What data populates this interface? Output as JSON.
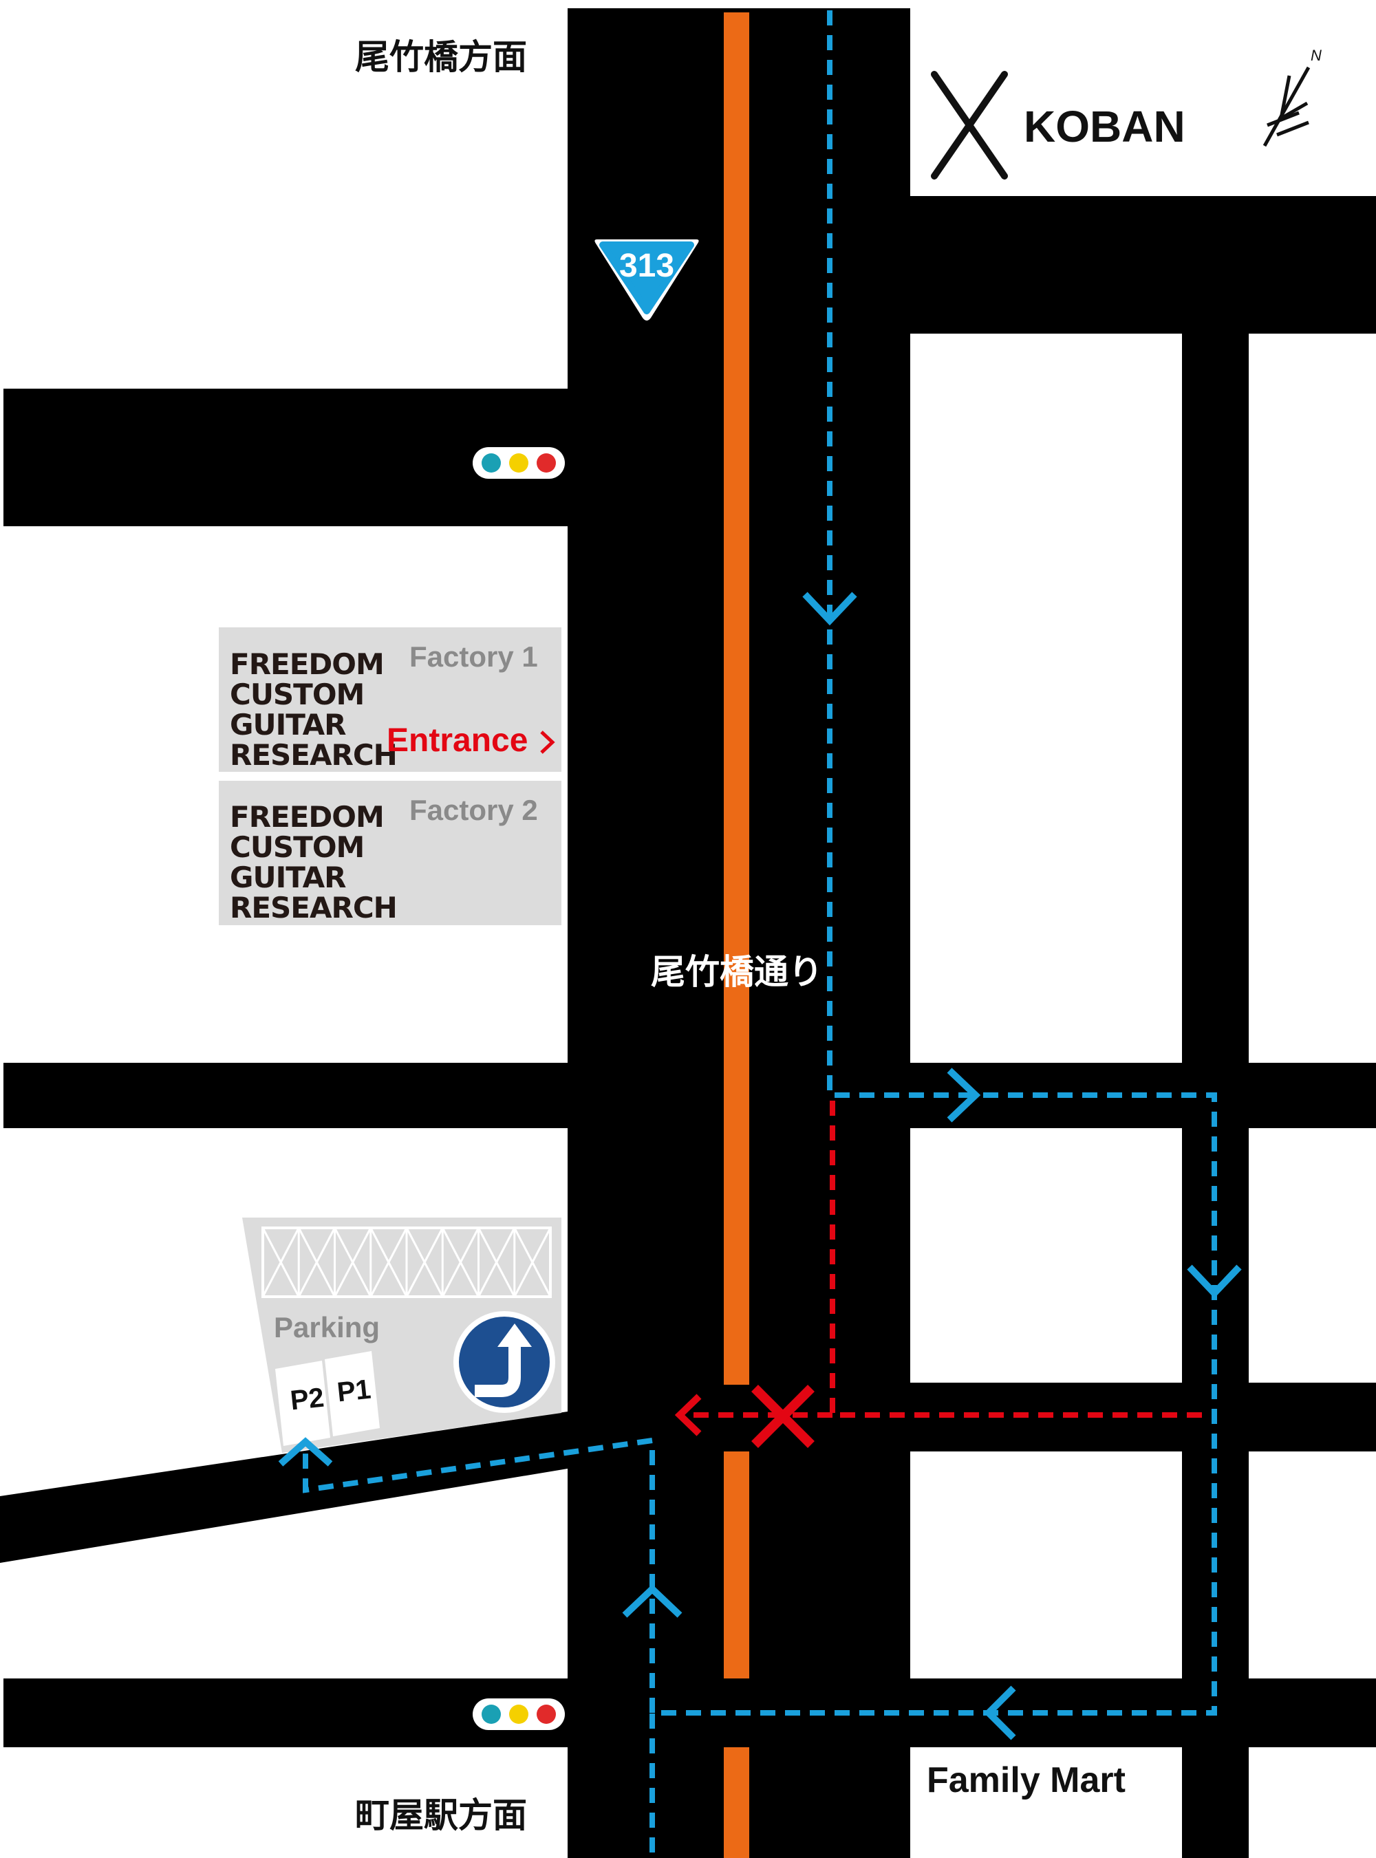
{
  "directions": {
    "north_label": "尾竹橋方面",
    "south_label": "町屋駅方面"
  },
  "koban": {
    "label": "KOBAN"
  },
  "compass": {
    "label": "N"
  },
  "route_sign": {
    "number": "313",
    "color": "#1aa0dc"
  },
  "main_street": {
    "name": "尾竹橋通り",
    "center_line_color": "#ec6a16"
  },
  "factories": [
    {
      "label": "Factory 1",
      "entrance": "Entrance",
      "logo": [
        "FREEDOM",
        "CUSTOM",
        "GUITAR",
        "RESEARCH"
      ]
    },
    {
      "label": "Factory 2",
      "logo": [
        "FREEDOM",
        "CUSTOM",
        "GUITAR",
        "RESEARCH"
      ]
    }
  ],
  "parking": {
    "label": "Parking",
    "stalls": [
      "P2",
      "P1"
    ],
    "sign_color": "#1d4f91"
  },
  "landmarks": {
    "family_mart": "Family Mart"
  },
  "traffic_light_colors": [
    "#1aa0b4",
    "#f5d000",
    "#e12a2a"
  ],
  "route_colors": {
    "recommended": "#1aa0dc",
    "prohibited": "#e30613"
  }
}
